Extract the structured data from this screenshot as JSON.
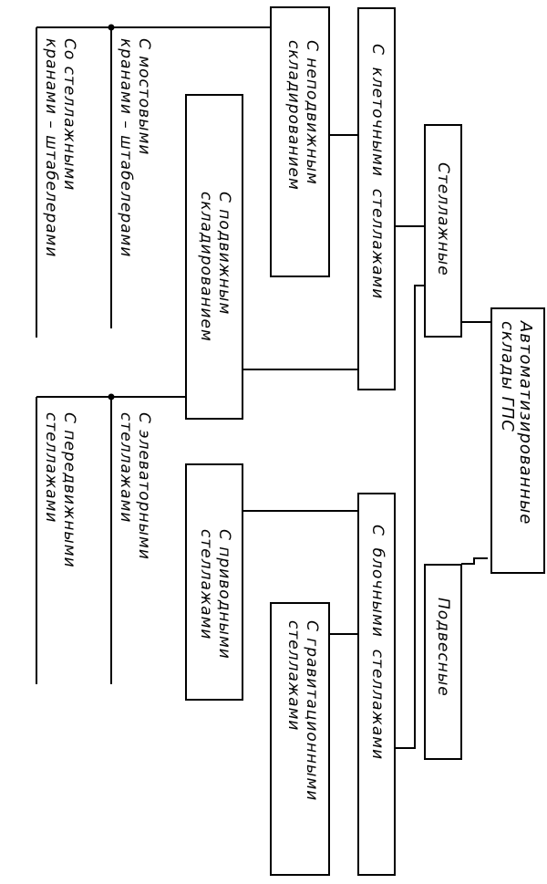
{
  "diagram": {
    "root": "Автоматизированные\nсклады ГПС",
    "stellazhnye": "Стеллажные",
    "podvesnye": "Подвесные",
    "kletochnye": "С  клеточными  стеллажами",
    "blochnye": "С  блочными  стеллажами",
    "nepodvizhnoe": "С неподвижным\nскладированием",
    "podvizhnoe": "С подвижным\nскладированием",
    "privodnye": "С приводными\nстеллажами",
    "gravitacionnye": "С гравитационными\nстеллажами",
    "mostovye": "С мостовыми\nкранами – штабелерами",
    "stellazhnye_krany": "Со стеллажными\nкранами – штабелерами",
    "elevatornye": "С элеваторными\nстеллажами",
    "peredvizhnye": "С передвижными\nстеллажами"
  }
}
